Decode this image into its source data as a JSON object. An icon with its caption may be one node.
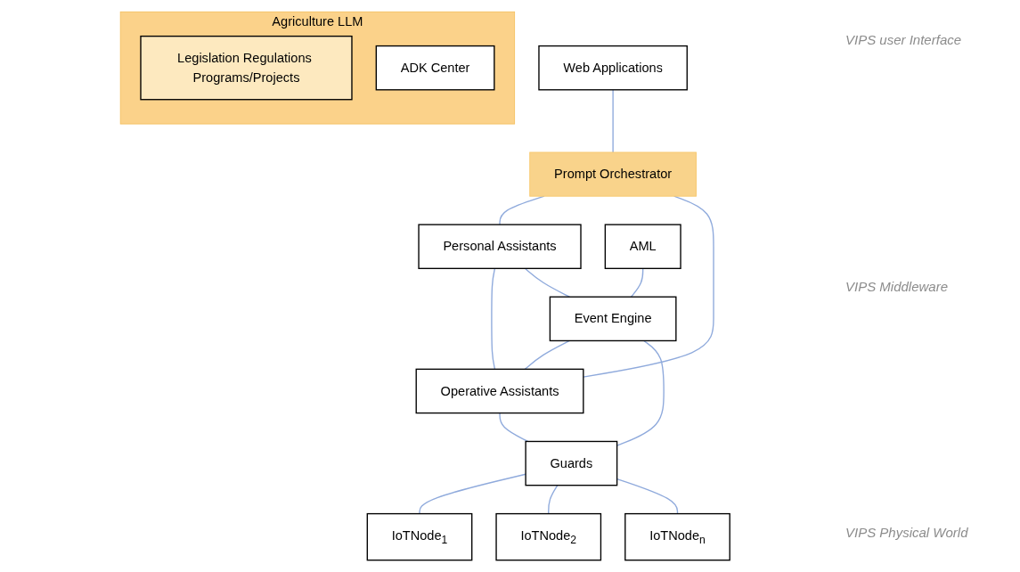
{
  "diagram": {
    "nodes": [
      {
        "text": [
          "Web Applications"
        ]
      },
      {
        "text": [
          "Prompt Orchestrator"
        ]
      },
      {
        "text": [
          "Personal Assistants"
        ]
      },
      {
        "text": [
          "AML"
        ]
      },
      {
        "text": [
          "Operative Assistants"
        ]
      },
      {
        "text": [
          "Agriculture LLM"
        ]
      },
      {
        "text": [
          "Legislation Regulations Programs/Projects"
        ],
        "in": 5
      },
      {
        "text": [
          "ADK Center"
        ],
        "in": 5
      },
      {
        "text": [
          "Event Engine"
        ]
      },
      {
        "text": [
          "Guards"
        ]
      },
      {
        "text": [
          "IoTNode$_{1}$"
        ]
      },
      {
        "text": [
          "IoTNode$_{2}$"
        ]
      },
      {
        "text": [
          "IoTNode$_{n}$"
        ]
      }
    ],
    "edges": [
      {
        "from": 0,
        "to": 1,
        "arrow": "none"
      },
      {
        "from": 1,
        "to": 2,
        "arrow": "none"
      },
      {
        "from": 1,
        "to": 4,
        "arrow": "none"
      },
      {
        "from": 2,
        "to": 4,
        "arrow": "none"
      },
      {
        "from": 2,
        "to": 8,
        "arrow": "none"
      },
      {
        "from": 3,
        "to": 8,
        "arrow": "none"
      },
      {
        "from": 8,
        "to": 4,
        "arrow": "none"
      },
      {
        "from": 8,
        "to": 9,
        "arrow": "none"
      },
      {
        "from": 4,
        "to": 9,
        "arrow": "none"
      },
      {
        "from": 9,
        "to": 10,
        "arrow": "none"
      },
      {
        "from": 9,
        "to": 11,
        "arrow": "none"
      },
      {
        "from": 9,
        "to": 12,
        "arrow": "none"
      }
    ],
    "labels": [
      "VIPS user Interface",
      "VIPS Middleware",
      "VIPS Physical World"
    ]
  }
}
